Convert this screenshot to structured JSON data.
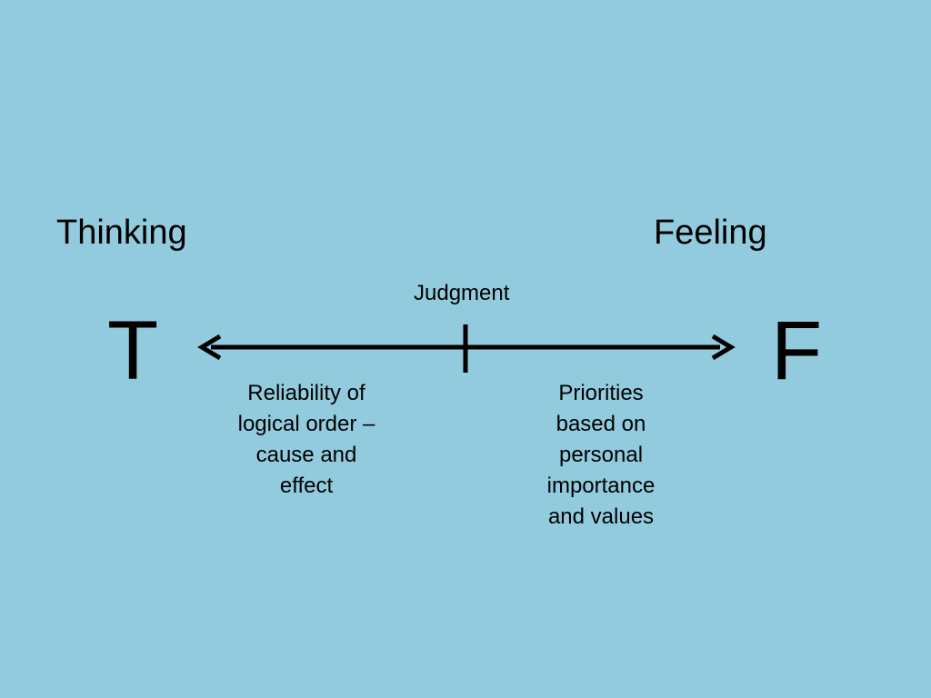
{
  "colors": {
    "background": "#92cbdd",
    "ink": "#000000"
  },
  "left_pole": {
    "word": "Thinking",
    "letter": "T",
    "description": "Reliability of\nlogical order –\ncause and\neffect"
  },
  "right_pole": {
    "word": "Feeling",
    "letter": "F",
    "description": "Priorities\nbased on\npersonal\nimportance\nand values"
  },
  "midpoint": {
    "label": "Judgment"
  }
}
